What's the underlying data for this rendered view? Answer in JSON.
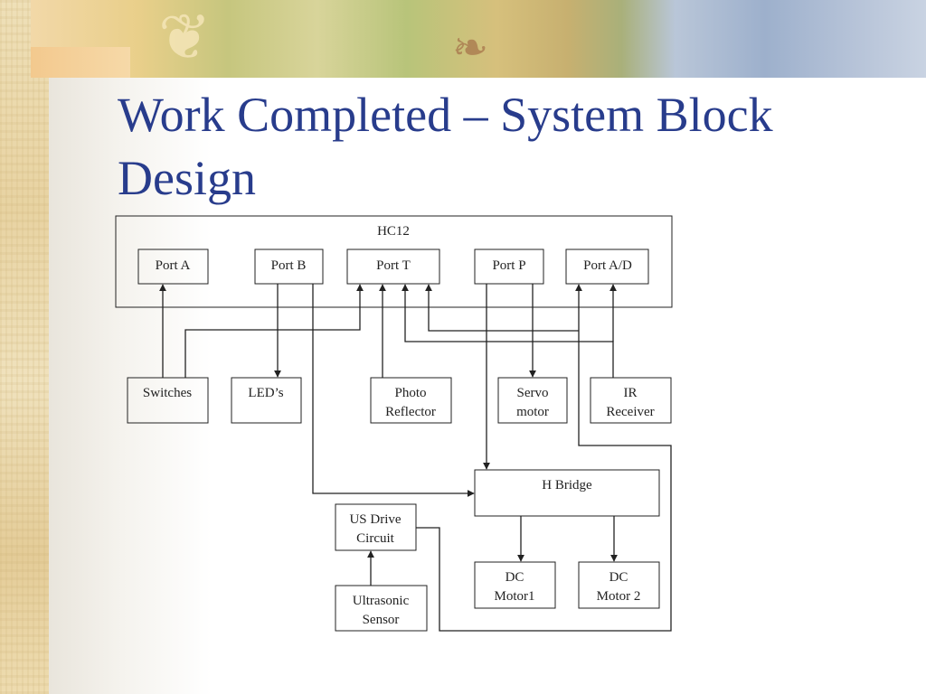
{
  "slide": {
    "title": "Work Completed – System Block Design"
  },
  "diagram": {
    "hc12": "HC12",
    "ports": {
      "port_a": "Port A",
      "port_b": "Port B",
      "port_t": "Port T",
      "port_p": "Port P",
      "port_ad": "Port A/D"
    },
    "blocks": {
      "switches": "Switches",
      "leds": "LED’s",
      "photo_reflector": [
        "Photo",
        "Reflector"
      ],
      "servo_motor": [
        "Servo",
        "motor"
      ],
      "ir_receiver": [
        "IR",
        "Receiver"
      ],
      "h_bridge": "H Bridge",
      "us_drive_circuit": [
        "US Drive",
        "Circuit"
      ],
      "ultrasonic_sensor": [
        "Ultrasonic",
        "Sensor"
      ],
      "dc_motor1": [
        "DC",
        "Motor1"
      ],
      "dc_motor2": [
        "DC",
        "Motor 2"
      ]
    }
  },
  "decor": {
    "background_strip_color": "#e8d3a2",
    "title_color": "#283c8c"
  }
}
